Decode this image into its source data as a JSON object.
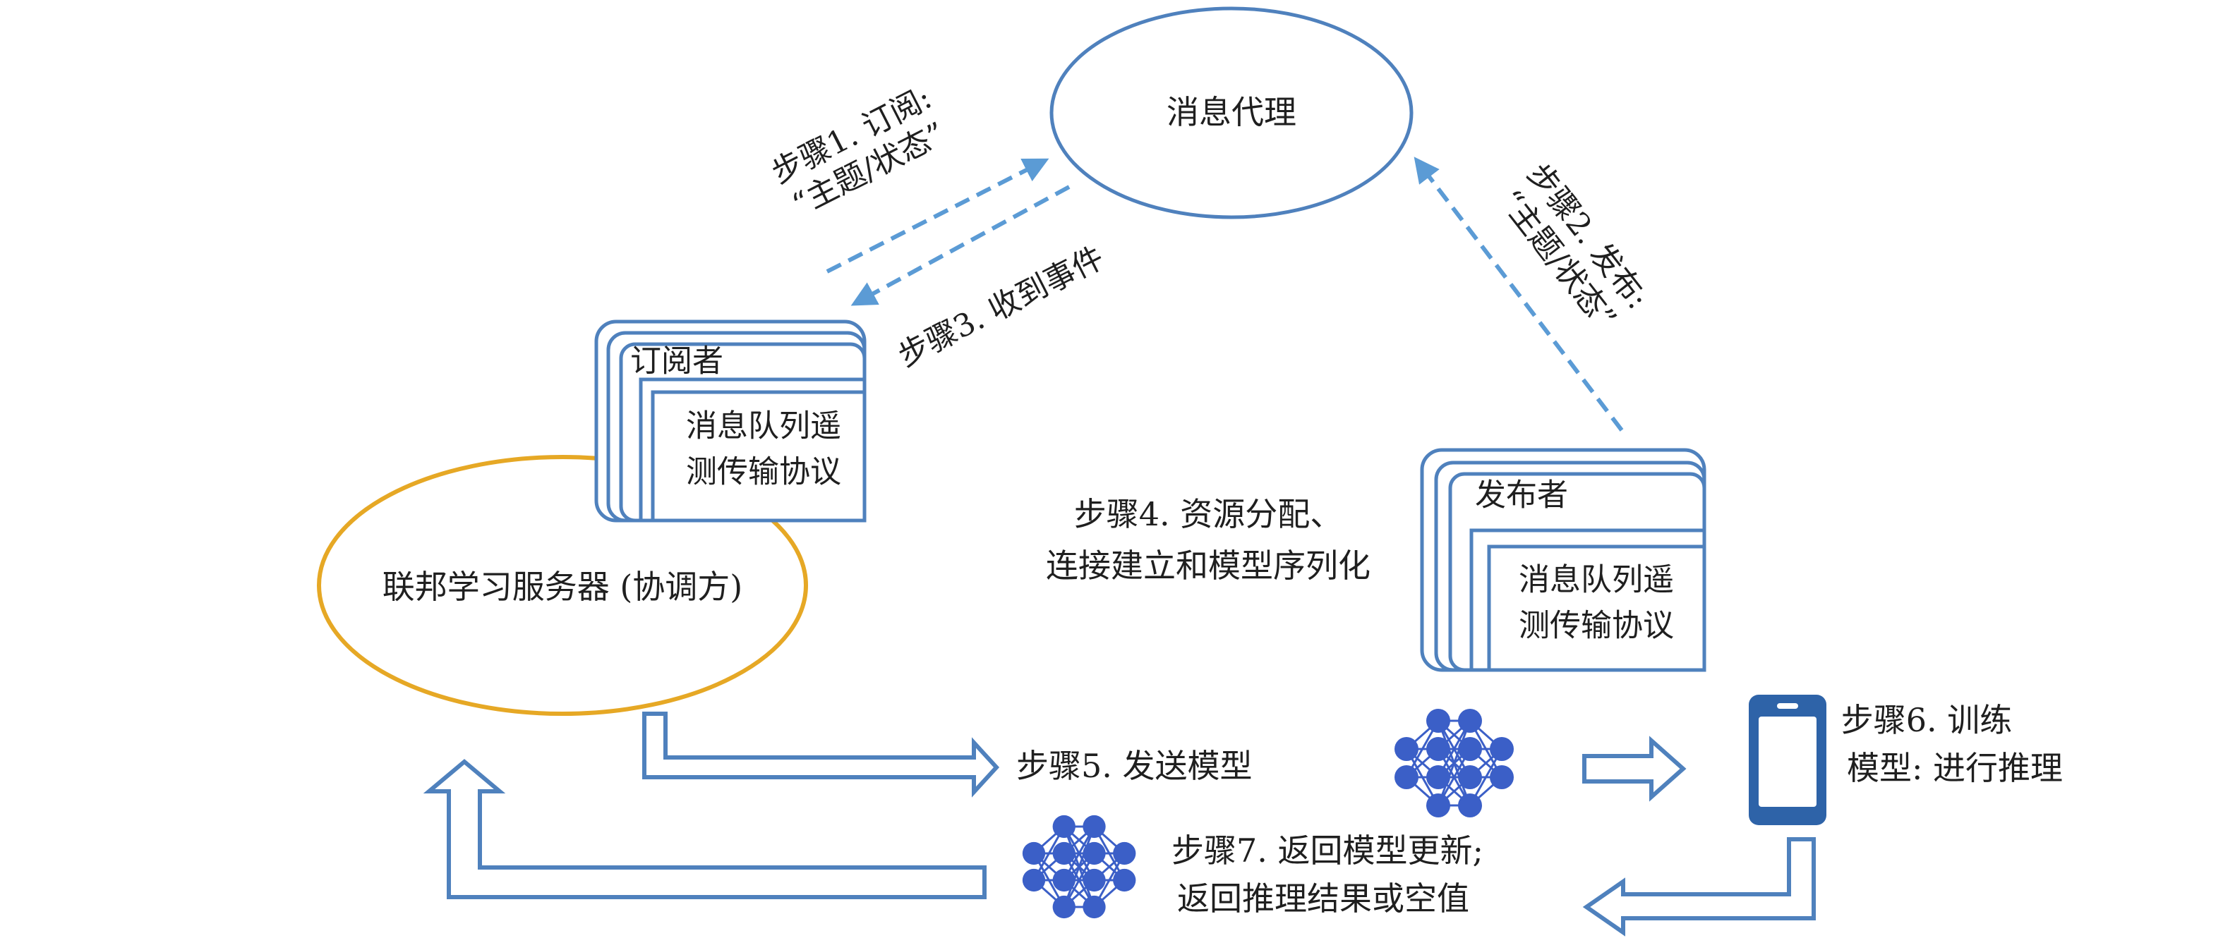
{
  "nodes": {
    "broker": "消息代理",
    "server": "联邦学习服务器 (协调方)",
    "subscriber": {
      "title": "订阅者",
      "protocol_line1": "消息队列遥",
      "protocol_line2": "测传输协议"
    },
    "publisher": {
      "title": "发布者",
      "protocol_line1": "消息队列遥",
      "protocol_line2": "测传输协议"
    }
  },
  "steps": {
    "step1_line1": "步骤1. 订阅:",
    "step1_line2": "“主题/状态”",
    "step2_line1": "步骤2. 发布:",
    "step2_line2": "“主题/状态”",
    "step3": "步骤3. 收到事件",
    "step4_line1": "步骤4. 资源分配、",
    "step4_line2": "连接建立和模型序列化",
    "step5": "步骤5. 发送模型",
    "step6_line1": "步骤6. 训练",
    "step6_line2": "模型: 进行推理",
    "step7_line1": "步骤7. 返回模型更新;",
    "step7_line2": "返回推理结果或空值"
  },
  "colors": {
    "blue": "#4f81bd",
    "dash": "#5b9bd5",
    "gold": "#e6a825",
    "phone": "#2e63a8",
    "node": "#3b5fc7"
  },
  "icons": [
    "neural-network-icon",
    "smartphone-icon"
  ]
}
